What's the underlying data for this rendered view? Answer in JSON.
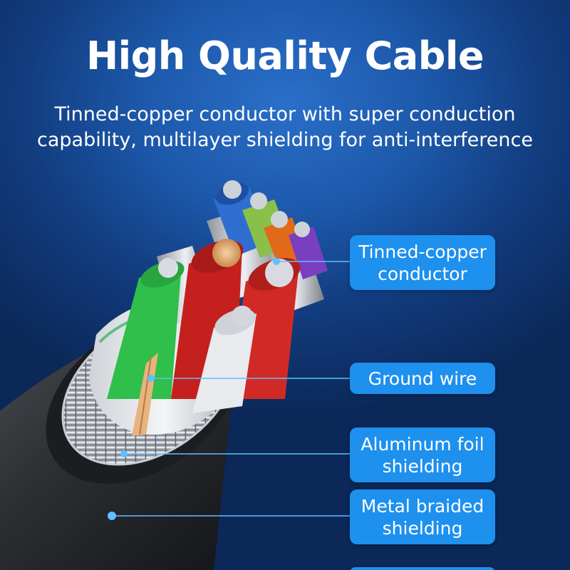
{
  "header": {
    "title": "High Quality Cable",
    "subtitle_line1": "Tinned-copper conductor with super conduction",
    "subtitle_line2": "capability, multilayer shielding for anti-interference"
  },
  "callouts": [
    {
      "line1": "Tinned-copper",
      "line2": "conductor"
    },
    {
      "line1": "Ground wire"
    },
    {
      "line1": "Aluminum foil",
      "line2": "shielding"
    },
    {
      "line1": "Metal braided",
      "line2": "shielding"
    }
  ],
  "colors": {
    "callout_bg": "#1e90ee",
    "leader_line": "#5fc0ff",
    "jacket": "#2a2c30",
    "wire_blue": "#2f6ed0",
    "wire_green": "#2fbf4a",
    "wire_red": "#c4201e",
    "wire_orange": "#e06a1a",
    "wire_purple": "#7a3fc0",
    "wire_white": "#e8eaee",
    "copper": "#e7b37e"
  }
}
